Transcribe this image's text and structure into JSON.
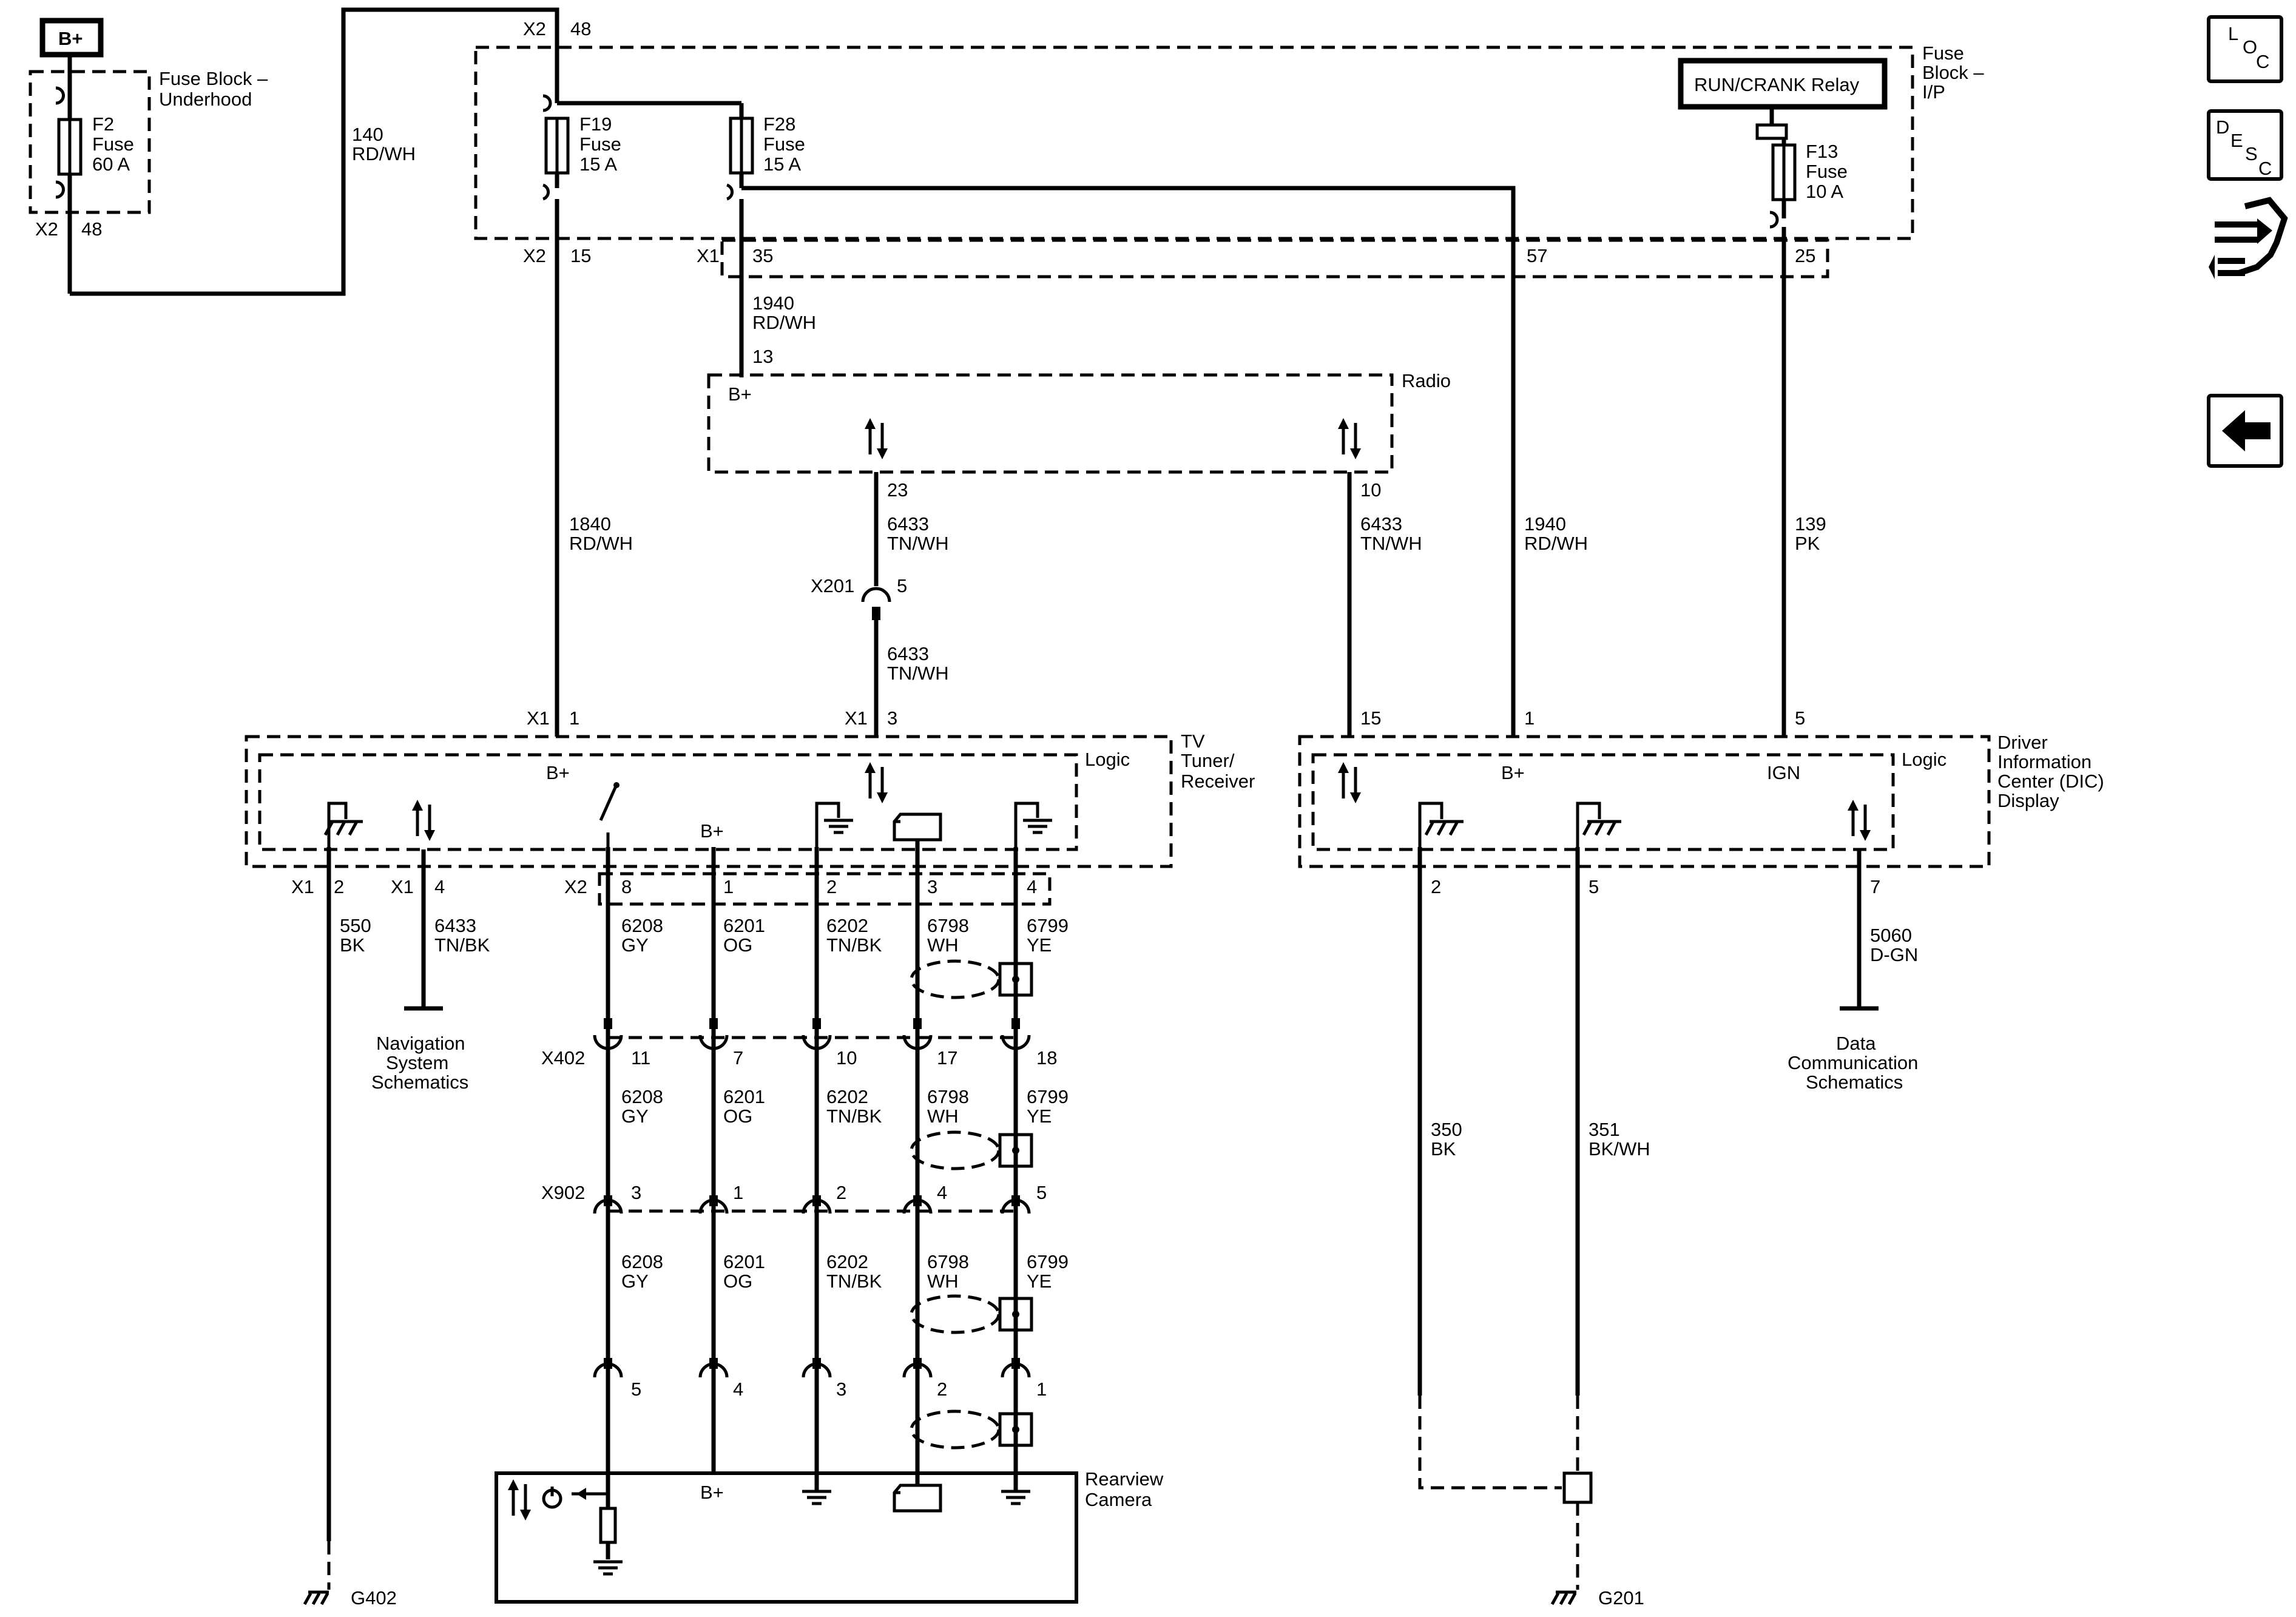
{
  "side": {
    "loc": [
      "L",
      "O",
      "C"
    ],
    "desc": [
      "D",
      "E",
      "S",
      "C"
    ]
  },
  "power": {
    "bplus": "B+",
    "run_crank": "RUN/CRANK Relay"
  },
  "fuse_ul": {
    "title": [
      "Fuse Block –",
      "Underhood"
    ],
    "fuse": [
      "F2",
      "Fuse",
      "60 A"
    ],
    "conn": "X2",
    "pin": "48"
  },
  "fuse_ip": {
    "title": [
      "Fuse",
      "Block –",
      "I/P"
    ],
    "f19": [
      "F19",
      "Fuse",
      "15 A"
    ],
    "f28": [
      "F28",
      "Fuse",
      "15 A"
    ],
    "f13": [
      "F13",
      "Fuse",
      "10 A"
    ],
    "x2_48": "X2",
    "p48": "48",
    "x2_15": "X2",
    "p15": "15",
    "x1_35": "X1",
    "p35": "35",
    "p57": "57",
    "p25": "25"
  },
  "wires": {
    "w140": [
      "140",
      "RD/WH"
    ],
    "w1940a": [
      "1940",
      "RD/WH"
    ],
    "w1840": [
      "1840",
      "RD/WH"
    ],
    "w6433a": [
      "6433",
      "TN/WH"
    ],
    "w6433b": [
      "6433",
      "TN/WH"
    ],
    "w6433c": [
      "6433",
      "TN/WH"
    ],
    "w1940b": [
      "1940",
      "RD/WH"
    ],
    "w139": [
      "139",
      "PK"
    ],
    "w550": [
      "550",
      "BK"
    ],
    "w6433d": [
      "6433",
      "TN/BK"
    ],
    "w5060": [
      "5060",
      "D-GN"
    ],
    "w350": [
      "350",
      "BK"
    ],
    "w351": [
      "351",
      "BK/WH"
    ],
    "bundle": [
      [
        "6208",
        "GY"
      ],
      [
        "6201",
        "OG"
      ],
      [
        "6202",
        "TN/BK"
      ],
      [
        "6798",
        "WH"
      ],
      [
        "6799",
        "YE"
      ]
    ]
  },
  "radio": {
    "title": "Radio",
    "bplus": "B+",
    "p13": "13",
    "p23": "23",
    "p10": "10"
  },
  "x201": {
    "name": "X201",
    "pin": "5"
  },
  "tv": {
    "title": [
      "TV",
      "Tuner/",
      "Receiver"
    ],
    "logic": "Logic",
    "bplus": "B+",
    "bplus2": "B+",
    "x1a": "X1",
    "p1": "1",
    "x1b": "X1",
    "p3": "3",
    "x1c": "X1",
    "p2": "2",
    "x1d": "X1",
    "p4": "4",
    "x2": "X2",
    "lower_pins": [
      "8",
      "1",
      "2",
      "3",
      "4"
    ]
  },
  "nav": [
    "Navigation",
    "System",
    "Schematics"
  ],
  "x402": {
    "name": "X402",
    "pins": [
      "11",
      "7",
      "10",
      "17",
      "18"
    ]
  },
  "x902": {
    "name": "X902",
    "pins": [
      "3",
      "1",
      "2",
      "4",
      "5"
    ]
  },
  "cam_pins": [
    "5",
    "4",
    "3",
    "2",
    "1"
  ],
  "camera": {
    "title": [
      "Rearview",
      "Camera"
    ],
    "bplus": "B+"
  },
  "dic": {
    "title": [
      "Driver",
      "Information",
      "Center (DIC)",
      "Display"
    ],
    "logic": "Logic",
    "bplus": "B+",
    "ign": "IGN",
    "p15": "15",
    "p1": "1",
    "p5": "5",
    "p2": "2",
    "p5b": "5",
    "p7": "7"
  },
  "datacomm": [
    "Data",
    "Communication",
    "Schematics"
  ],
  "grounds": {
    "g402": "G402",
    "g201": "G201"
  }
}
